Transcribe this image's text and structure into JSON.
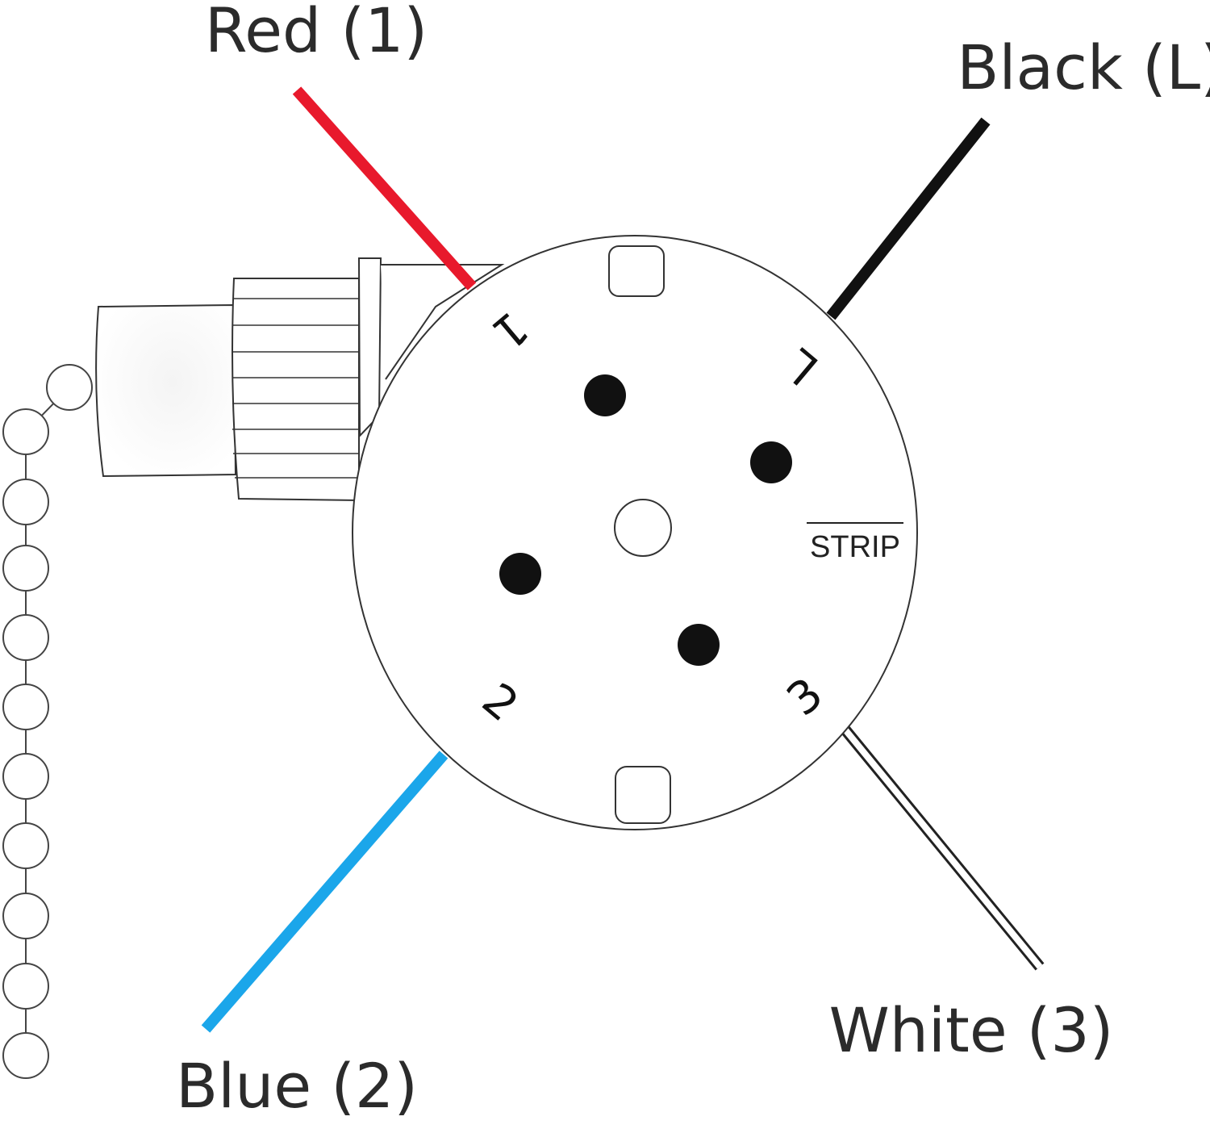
{
  "wires": {
    "red": {
      "label": "Red (1)",
      "color": "#e8192c"
    },
    "black": {
      "label": "Black (L)",
      "color": "#111111"
    },
    "blue": {
      "label": "Blue (2)",
      "color": "#1ba6ea"
    },
    "white": {
      "label": "White (3)",
      "color": "#ffffff"
    }
  },
  "switch_body": {
    "terminal_labels": {
      "t1_left": "1",
      "t_l": "L",
      "t2": "2",
      "t3": "3"
    },
    "strip_label": "STRIP"
  },
  "colors": {
    "outline": "#333333",
    "contact": "#111111",
    "chain": "#444444"
  }
}
